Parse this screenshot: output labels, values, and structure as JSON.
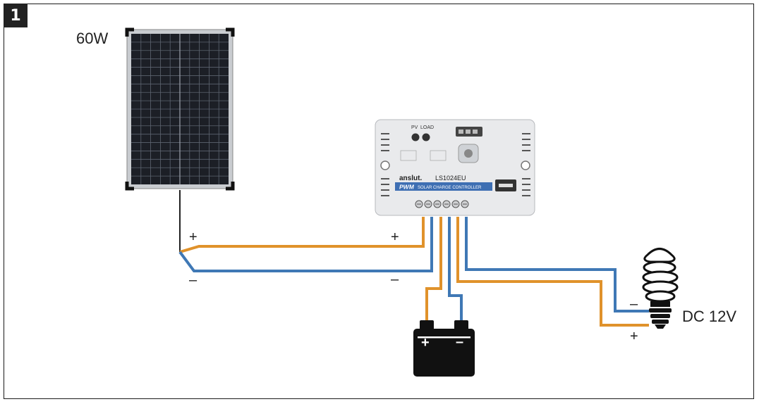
{
  "step_number": "1",
  "panel": {
    "wattage_label": "60W"
  },
  "controller": {
    "brand": "anslut.",
    "model": "LS1024EU",
    "type_label": "PWM",
    "subtitle": "SOLAR CHARGE CONTROLLER",
    "pv_label": "PV",
    "load_label": "LOAD"
  },
  "wiring": {
    "panel_plus": "+",
    "panel_minus": "–",
    "ctrl_plus": "+",
    "ctrl_minus": "–",
    "load_plus": "+",
    "load_minus": "–"
  },
  "battery": {
    "plus": "+",
    "minus": "–"
  },
  "load": {
    "voltage_label": "DC 12V"
  },
  "colors": {
    "positive_wire": "#e0922b",
    "negative_wire": "#3f78b5",
    "frame": "#1a1a1a"
  }
}
